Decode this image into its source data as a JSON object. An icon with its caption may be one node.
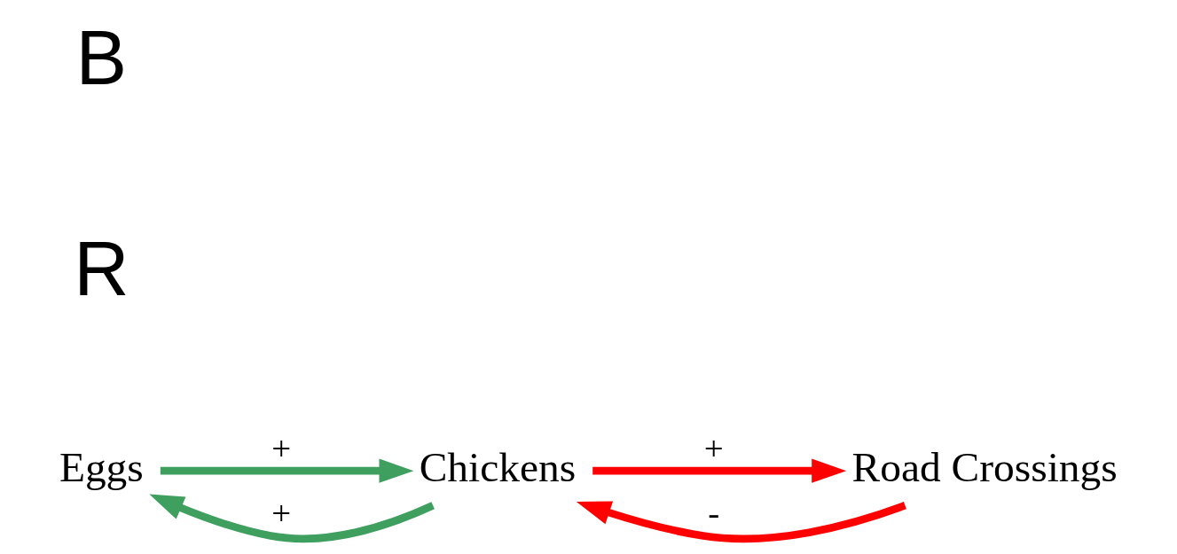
{
  "diagram": {
    "nodes": [
      {
        "text": [
          "Eggs"
        ]
      },
      {
        "text": [
          "Chickens"
        ]
      },
      {
        "text": [
          "Road Crossings"
        ]
      }
    ],
    "edges": [
      {
        "from": 0,
        "to": 1,
        "arrow": "to",
        "label": "+",
        "color": "#3f9f5f"
      },
      {
        "from": 1,
        "to": 0,
        "arrow": "to",
        "label": "+",
        "color": "#3f9f5f"
      },
      {
        "from": 1,
        "to": 2,
        "arrow": "to",
        "label": "+",
        "color": "#ff0000"
      },
      {
        "from": 2,
        "to": 1,
        "arrow": "to",
        "label": "-",
        "color": "#ff0000"
      }
    ],
    "labels": [
      "R",
      "B"
    ]
  }
}
